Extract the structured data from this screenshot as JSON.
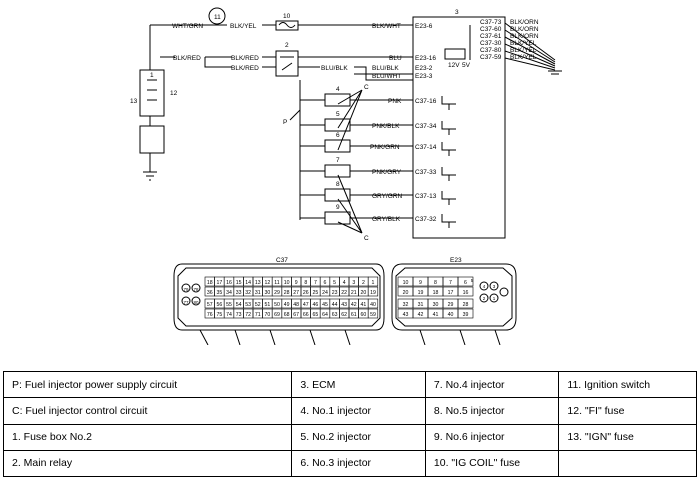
{
  "diagram": {
    "wire_labels": {
      "wht_grn": "WHT/GRN",
      "blk_yel": "BLK/YEL",
      "blk_wht": "BLK/WHT",
      "blk_red_in": "BLK/RED",
      "blk_red_1": "BLK/RED",
      "blk_red_2": "BLK/RED",
      "blu_top": "BLU",
      "blu_blk_mid": "BLU/BLK",
      "blu_blk_right": "BLU/BLK",
      "blu_wht": "BLU/WHT",
      "pnk": "PNK",
      "pnk_blk": "PNK/BLK",
      "pnk_grn": "PNK/GRN",
      "pnk_gry": "PNK/GRY",
      "gry_grn": "GRY/GRN",
      "gry_blk": "GRY/BLK"
    },
    "terminals": {
      "e23_6": "E23-6",
      "e23_16": "E23-16",
      "e23_2": "E23-2",
      "e23_3": "E23-3",
      "c37_16": "C37-16",
      "c37_34": "C37-34",
      "c37_14": "C37-14",
      "c37_33": "C37-33",
      "c37_13": "C37-13",
      "c37_32": "C37-32",
      "c37_73": "C37-73",
      "c37_60": "C37-60",
      "c37_61": "C37-61",
      "c37_30": "C37-30",
      "c37_80": "C37-80",
      "c37_59": "C37-59"
    },
    "ground_labels": [
      "BLK/ORN",
      "BLK/ORN",
      "BLK/ORN",
      "BLK/YEL",
      "BLK/YEL",
      "BLK/YEL"
    ],
    "volt_12": "12V",
    "volt_5": "5V",
    "callouts": {
      "n1": "1",
      "n2": "2",
      "n3": "3",
      "n4": "4",
      "n5": "5",
      "n6": "6",
      "n7": "7",
      "n8": "8",
      "n9": "9",
      "n10": "10",
      "n11": "11",
      "n12": "12",
      "n13": "13",
      "p": "P",
      "c": "C"
    },
    "connector_c37_title": "C37",
    "connector_e23_title": "E23",
    "c37_top_row": [
      "18",
      "17",
      "16",
      "15",
      "14",
      "13",
      "12",
      "11",
      "10",
      "9",
      "8",
      "7",
      "6",
      "5",
      "4",
      "3",
      "2",
      "1"
    ],
    "c37_row2": [
      "36",
      "35",
      "34",
      "33",
      "32",
      "31",
      "30",
      "29",
      "28",
      "27",
      "26",
      "25",
      "24",
      "23",
      "22",
      "21",
      "20",
      "19"
    ],
    "c37_row3": [
      "57",
      "56",
      "55",
      "54",
      "53",
      "52",
      "51",
      "50",
      "49",
      "48",
      "47",
      "46",
      "45",
      "44",
      "43",
      "42",
      "41",
      "40"
    ],
    "c37_row4": [
      "76",
      "75",
      "74",
      "73",
      "72",
      "71",
      "70",
      "69",
      "68",
      "67",
      "66",
      "65",
      "64",
      "63",
      "62",
      "61",
      "60",
      "59"
    ],
    "c37_side": [
      "79",
      "78",
      "77",
      "80"
    ],
    "e23_top_row": [
      "10",
      "9",
      "8",
      "7",
      "6"
    ],
    "e23_row2": [
      "20",
      "19",
      "18",
      "17",
      "16"
    ],
    "e23_row3": [
      "32",
      "31",
      "30",
      "29",
      "28"
    ],
    "e23_row4": [
      "43",
      "42",
      "41",
      "40",
      "39"
    ],
    "e23_side": [
      "5",
      "4",
      "3",
      "2",
      "1"
    ]
  },
  "legend": [
    [
      "P:  Fuel injector power supply circuit",
      "3.   ECM",
      "7.   No.4 injector",
      "11.  Ignition switch"
    ],
    [
      "C:  Fuel injector control circuit",
      "4.   No.1 injector",
      "8.   No.5 injector",
      "12.  \"FI\" fuse"
    ],
    [
      "1.   Fuse box No.2",
      "5.   No.2 injector",
      "9.   No.6 injector",
      "13.  \"IGN\" fuse"
    ],
    [
      "2.   Main relay",
      "6.   No.3 injector",
      "10.  \"IG COIL\" fuse",
      ""
    ]
  ]
}
